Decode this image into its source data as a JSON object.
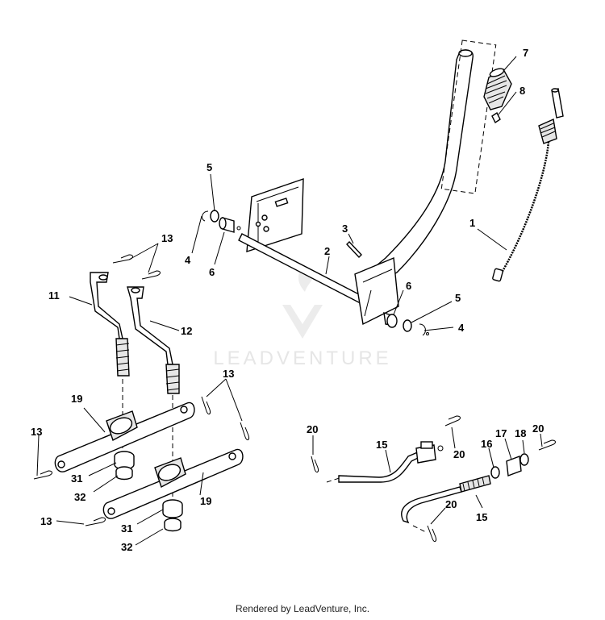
{
  "watermark": "LEADVENTURE",
  "footer": "Rendered by LeadVenture, Inc.",
  "callouts": {
    "c1": "1",
    "c2": "2",
    "c3": "3",
    "c4a": "4",
    "c4b": "4",
    "c5a": "5",
    "c5b": "5",
    "c6a": "6",
    "c6b": "6",
    "c7": "7",
    "c8": "8",
    "c11": "11",
    "c12": "12",
    "c13a": "13",
    "c13b": "13",
    "c13c": "13",
    "c13d": "13",
    "c15a": "15",
    "c15b": "15",
    "c16": "16",
    "c17": "17",
    "c18": "18",
    "c19a": "19",
    "c19b": "19",
    "c20a": "20",
    "c20b": "20",
    "c20c": "20",
    "c20d": "20",
    "c31a": "31",
    "c31b": "31",
    "c32a": "32",
    "c32b": "32"
  }
}
